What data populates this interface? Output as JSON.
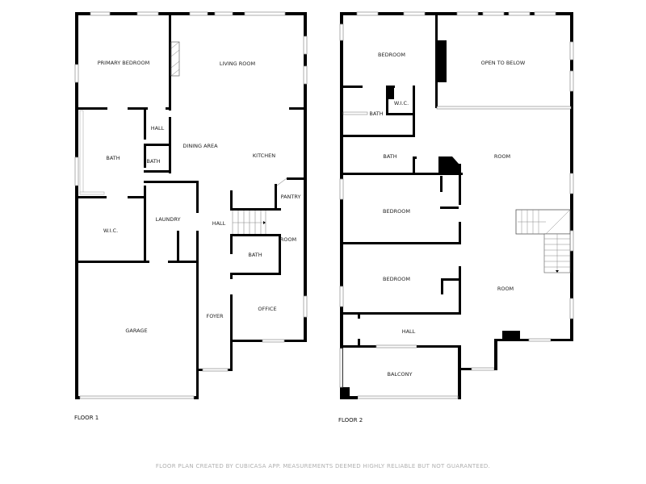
{
  "floor1": {
    "label": "FLOOR 1",
    "rooms": {
      "primary_bedroom": "PRIMARY BEDROOM",
      "living_room": "LIVING ROOM",
      "hall_upper": "HALL",
      "bath_left": "BATH",
      "bath_small": "BATH",
      "dining_area": "DINING AREA",
      "kitchen": "KITCHEN",
      "pantry": "PANTRY",
      "wic": "W.I.C.",
      "laundry": "LAUNDRY",
      "hall_center": "HALL",
      "room": "ROOM",
      "bath_center": "BATH",
      "garage": "GARAGE",
      "foyer": "FOYER",
      "office": "OFFICE"
    }
  },
  "floor2": {
    "label": "FLOOR 2",
    "rooms": {
      "bedroom_top": "BEDROOM",
      "open_to_below": "OPEN TO BELOW",
      "wic": "W.I.C.",
      "bath_upper": "BATH",
      "bath_lower": "BATH",
      "room_upper": "ROOM",
      "bedroom_middle": "BEDROOM",
      "bedroom_lower": "BEDROOM",
      "room_lower": "ROOM",
      "hall": "HALL",
      "balcony": "BALCONY"
    }
  },
  "footer": {
    "disclaimer": "FLOOR PLAN CREATED BY CUBICASA APP. MEASUREMENTS DEEMED HIGHLY RELIABLE BUT NOT GUARANTEED."
  }
}
